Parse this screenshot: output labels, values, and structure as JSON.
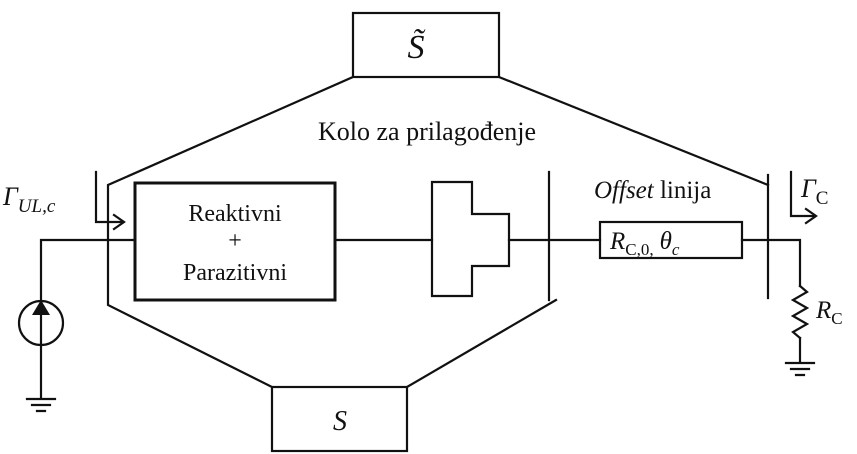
{
  "s_tilde": "S̃",
  "s": "S",
  "matching_network_label": "Kolo za prilagođenje",
  "gamma_ul": {
    "symbol": "Γ",
    "sub": "UL,c"
  },
  "gamma_c": {
    "symbol": "Γ",
    "sub": "C"
  },
  "block_label": {
    "line1": "Reaktivni",
    "line2": "+",
    "line3": "Parazitivni"
  },
  "offset_label": {
    "italic": "Offset",
    "rest": " linija"
  },
  "offset_line": {
    "symbol": "R",
    "sub": "C,0,",
    "theta": "θ",
    "theta_sub": "c"
  },
  "resistor": {
    "symbol": "R",
    "sub": "C"
  }
}
